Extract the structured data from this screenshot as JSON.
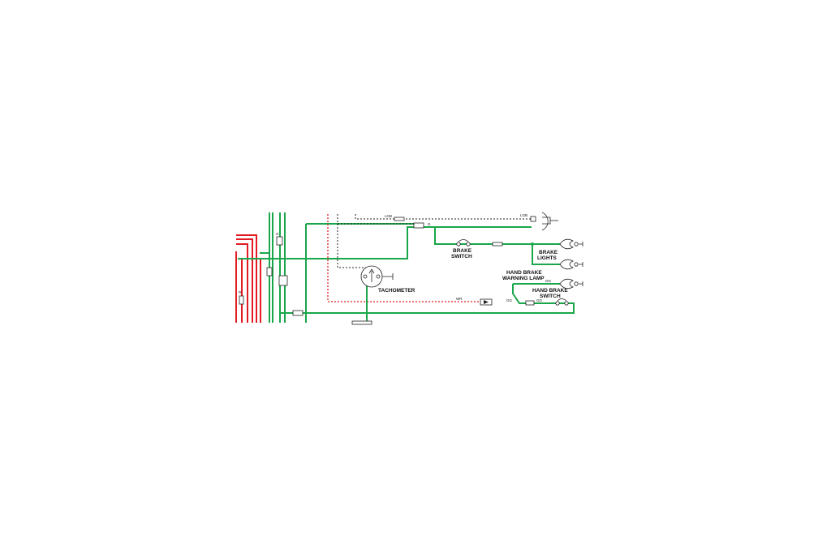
{
  "colors": {
    "wire_green": "#1aa64a",
    "wire_red": "#e21a22",
    "wire_black_dashed": "#222222",
    "background": "#ffffff"
  },
  "components": {
    "tachometer": "TACHOMETER",
    "brake_switch_line1": "BRAKE",
    "brake_switch_line2": "SWITCH",
    "brake_lights_line1": "BRAKE",
    "brake_lights_line2": "LIGHTS",
    "hand_brake_warning_line1": "HAND BRAKE",
    "hand_brake_warning_line2": "WARNING LAMP",
    "hand_brake_switch_line1": "HAND BRAKE",
    "hand_brake_switch_line2": "SWITCH"
  },
  "wire_codes": {
    "top_dashed_a": "LGB",
    "top_dashed_b": "LGB",
    "junction": "G",
    "red_dashed": "WR",
    "hb_lamp_a": "GG",
    "hb_switch": "GG",
    "hb_lamp_b": "GG",
    "left_g": "G",
    "left_r": "R"
  }
}
